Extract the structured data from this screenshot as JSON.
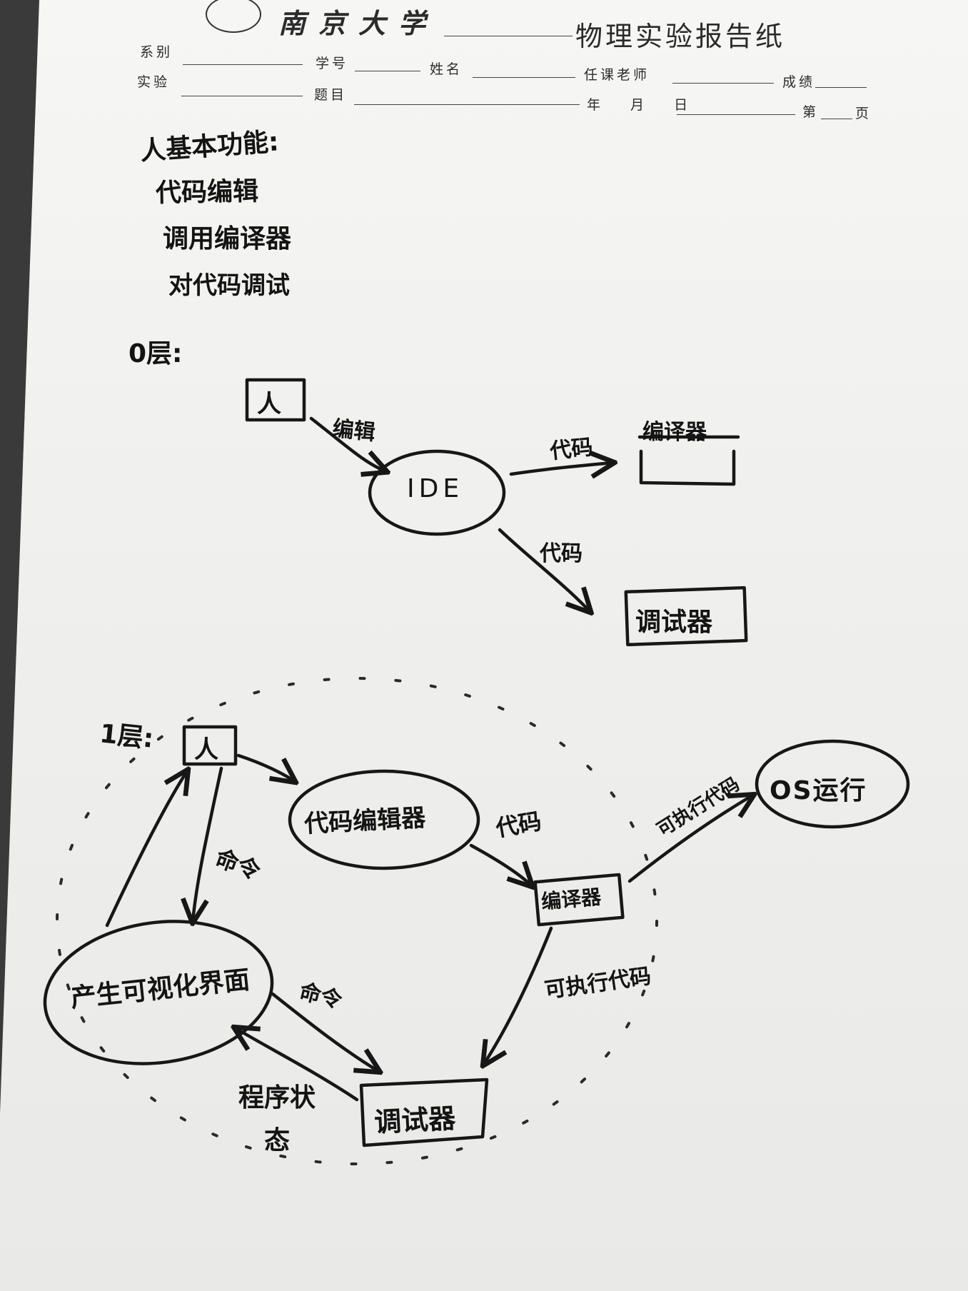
{
  "header": {
    "university": "南京大学",
    "title": "物理实验报告纸",
    "fields": {
      "department": "系别",
      "student_id": "学号",
      "name": "姓名",
      "teacher": "任课老师",
      "grade": "成绩",
      "experiment": "实验",
      "topic": "题目",
      "date": "年 月 日",
      "page_prefix": "第",
      "page_suffix": "页"
    }
  },
  "notes": {
    "heading": "人基本功能:",
    "items": [
      "代码编辑",
      "调用编译器",
      "对代码调试"
    ]
  },
  "level0": {
    "label": "0层:",
    "nodes": {
      "person": "人",
      "ide": "IDE",
      "compiler": "编译器",
      "debugger": "调试器"
    },
    "edges": {
      "edit": "编辑",
      "code_to_compiler": "代码",
      "code_to_debugger": "代码"
    }
  },
  "level1": {
    "label": "1层:",
    "nodes": {
      "person": "人",
      "editor": "代码编辑器",
      "compiler": "编译器",
      "os_run": "OS运行",
      "visual_ui": "产生可视化界面",
      "debugger": "调试器"
    },
    "edges": {
      "command_person": "命令",
      "code": "代码",
      "exec_to_os": "可执行代码",
      "exec_to_debugger": "可执行代码",
      "command_ui": "命令",
      "program_state": "程序状态"
    }
  },
  "colors": {
    "ink": "#171717",
    "paper": "#f2f2f0",
    "print": "#2b2b2b"
  }
}
